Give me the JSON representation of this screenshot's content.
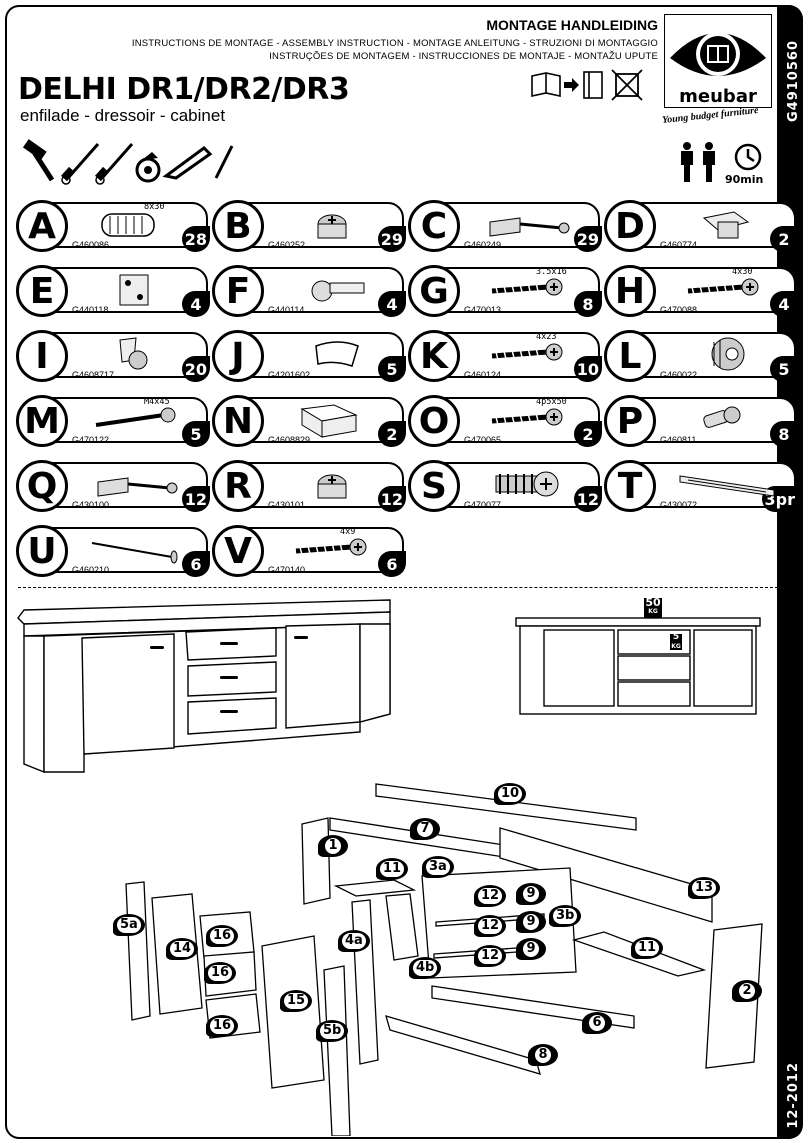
{
  "header": {
    "title": "MONTAGE HANDLEIDING",
    "line1": "INSTRUCTIONS DE MONTAGE - ASSEMBLY INSTRUCTION - MONTAGE ANLEITUNG - STRUZIONI DI MONTAGGIO",
    "line2": "INSTRUÇÕES DE MONTAGEM - INSTRUCCIONES DE MONTAJE - MONTAŽU UPUTE",
    "model": "DELHI DR1/DR2/DR3",
    "subtitle": "enfilade - dressoir - cabinet"
  },
  "brand": {
    "name": "meubar",
    "slogan": "Young budget furniture"
  },
  "side": {
    "code": "G4910560",
    "date": "12-2012"
  },
  "assembly": {
    "people": 2,
    "time": "90min"
  },
  "loads": {
    "top": "50",
    "drawer": "5",
    "unit": "KG"
  },
  "parts": [
    {
      "letter": "A",
      "code": "G460086",
      "qty": "28",
      "dim": "8x30",
      "icon": "dowel"
    },
    {
      "letter": "B",
      "code": "G460252",
      "qty": "29",
      "dim": "",
      "icon": "cam-lock"
    },
    {
      "letter": "C",
      "code": "G460249",
      "qty": "29",
      "dim": "",
      "icon": "cam-bolt"
    },
    {
      "letter": "D",
      "code": "G460774",
      "qty": "2",
      "dim": "",
      "icon": "bracket"
    },
    {
      "letter": "E",
      "code": "G440118",
      "qty": "4",
      "dim": "",
      "icon": "hinge-plate"
    },
    {
      "letter": "F",
      "code": "G440114",
      "qty": "4",
      "dim": "",
      "icon": "hinge"
    },
    {
      "letter": "G",
      "code": "G470013",
      "qty": "8",
      "dim": "3.5x16",
      "icon": "screw"
    },
    {
      "letter": "H",
      "code": "G470088",
      "qty": "4",
      "dim": "4x30",
      "icon": "screw"
    },
    {
      "letter": "I",
      "code": "G4608717",
      "qty": "20",
      "dim": "",
      "icon": "shelf-support"
    },
    {
      "letter": "J",
      "code": "G4201602",
      "qty": "5",
      "dim": "",
      "icon": "handle"
    },
    {
      "letter": "K",
      "code": "G460124",
      "qty": "10",
      "dim": "4x23",
      "icon": "screw"
    },
    {
      "letter": "L",
      "code": "G460022",
      "qty": "5",
      "dim": "",
      "icon": "connector"
    },
    {
      "letter": "M",
      "code": "G470122",
      "qty": "5",
      "dim": "M4x45",
      "icon": "bolt"
    },
    {
      "letter": "N",
      "code": "G4608829",
      "qty": "2",
      "dim": "",
      "icon": "block"
    },
    {
      "letter": "O",
      "code": "G470065",
      "qty": "2",
      "dim": "4p5x50",
      "icon": "screw"
    },
    {
      "letter": "P",
      "code": "G460811",
      "qty": "8",
      "dim": "",
      "icon": "peg"
    },
    {
      "letter": "Q",
      "code": "G430100",
      "qty": "12",
      "dim": "",
      "icon": "cam-bolt"
    },
    {
      "letter": "R",
      "code": "G430101",
      "qty": "12",
      "dim": "",
      "icon": "cam-lock"
    },
    {
      "letter": "S",
      "code": "G470077",
      "qty": "12",
      "dim": "",
      "icon": "euro-screw"
    },
    {
      "letter": "T",
      "code": "G430072",
      "qty": "3pr",
      "dim": "",
      "icon": "drawer-runner"
    },
    {
      "letter": "U",
      "code": "G460210",
      "qty": "6",
      "dim": "",
      "icon": "nail"
    },
    {
      "letter": "V",
      "code": "G470140",
      "qty": "6",
      "dim": "4x9",
      "icon": "screw"
    }
  ],
  "panels": [
    "10",
    "7",
    "1",
    "11",
    "3a",
    "12",
    "9",
    "3b",
    "13",
    "5a",
    "14",
    "16",
    "4a",
    "4b",
    "12",
    "9",
    "12",
    "9",
    "11",
    "16",
    "15",
    "16",
    "5b",
    "6",
    "2",
    "8"
  ]
}
